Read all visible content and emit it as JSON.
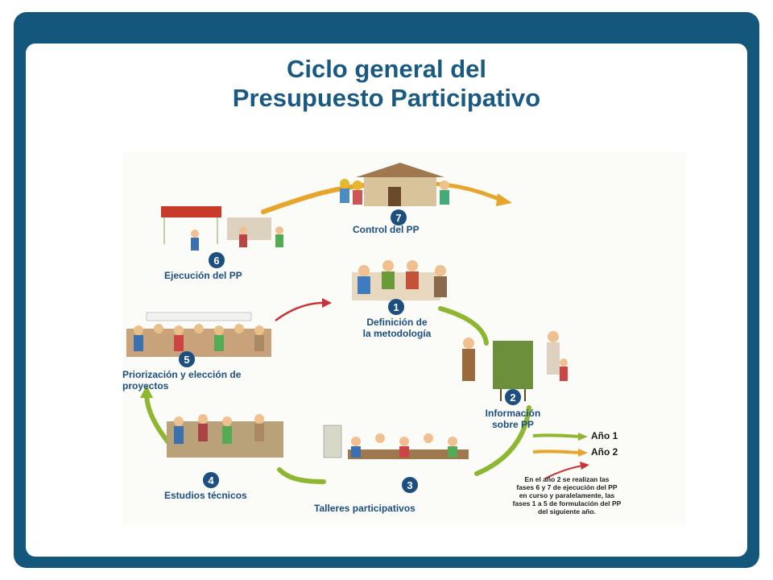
{
  "title": {
    "line1": "Ciclo general del",
    "line2": "Presupuesto Participativo"
  },
  "steps": [
    {
      "number": "1",
      "label_lines": [
        "Definición de",
        "la metodología"
      ]
    },
    {
      "number": "2",
      "label_lines": [
        "Información",
        "sobre PP"
      ]
    },
    {
      "number": "3",
      "label_lines": [
        "Talleres participativos"
      ]
    },
    {
      "number": "4",
      "label_lines": [
        "Estudios técnicos"
      ]
    },
    {
      "number": "5",
      "label_lines": [
        "Priorización y elección de",
        "proyectos"
      ]
    },
    {
      "number": "6",
      "label_lines": [
        "Ejecución del PP"
      ]
    },
    {
      "number": "7",
      "label_lines": [
        "Control del PP"
      ]
    }
  ],
  "legend": {
    "year1": "Año 1",
    "year2": "Año 2"
  },
  "note_lines": [
    "En el año 2 se realizan las",
    "fases 6 y 7 de ejecución del PP",
    "en curso y paralelamente, las",
    "fases 1 a 5 de formulación del PP",
    "del siguiente año."
  ],
  "colors": {
    "frame": "#13577c",
    "title": "#1a5a82",
    "year1_arrow": "#8fb631",
    "year2_arrow": "#e7a62b",
    "next_cycle_arrow": "#c8333a",
    "step_circle": "#1c4f80"
  }
}
